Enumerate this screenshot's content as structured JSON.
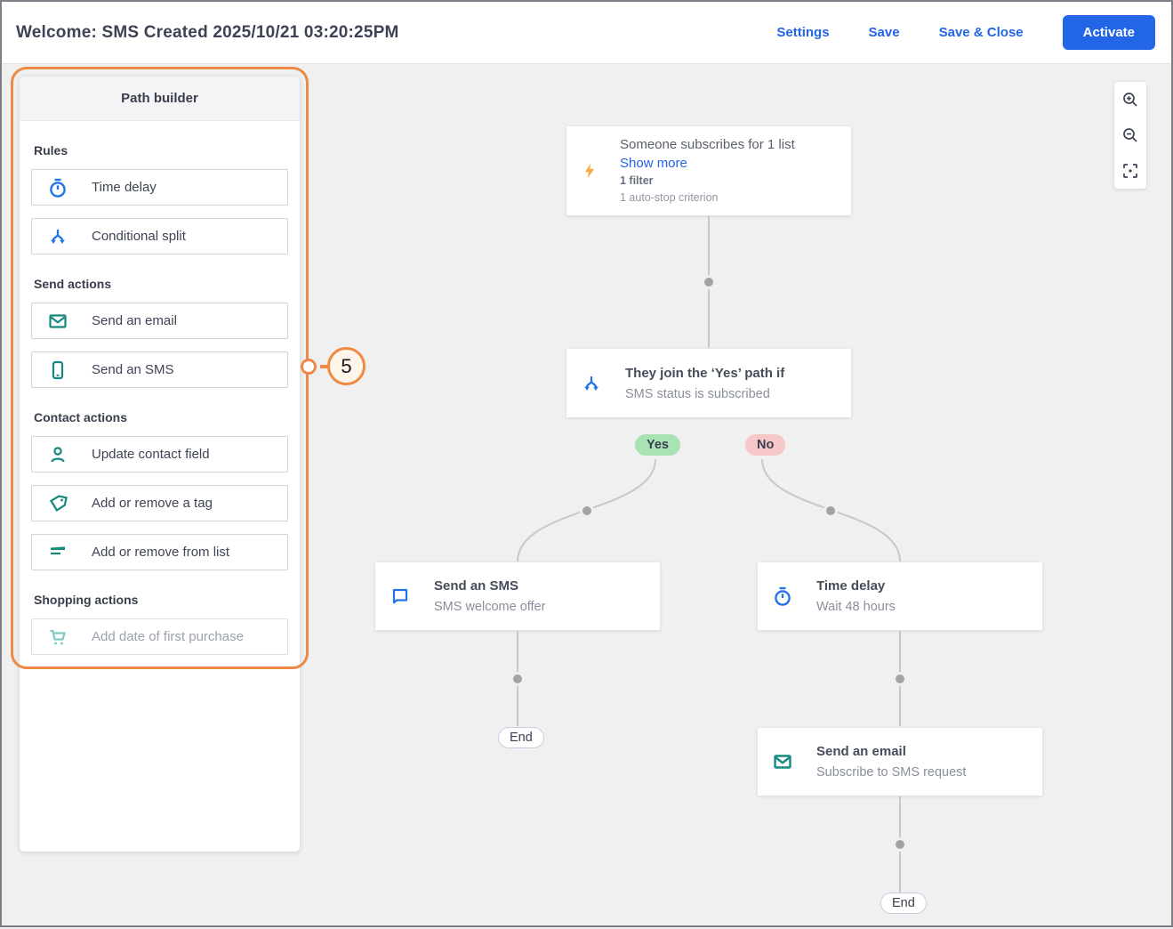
{
  "header": {
    "title": "Welcome: SMS Created 2025/10/21 03:20:25PM",
    "settings_label": "Settings",
    "save_label": "Save",
    "save_close_label": "Save & Close",
    "activate_label": "Activate"
  },
  "path_builder": {
    "title": "Path builder",
    "sections": [
      {
        "label": "Rules",
        "items": [
          {
            "label": "Time delay",
            "icon": "stopwatch-icon"
          },
          {
            "label": "Conditional split",
            "icon": "conditional-split-icon"
          }
        ]
      },
      {
        "label": "Send actions",
        "items": [
          {
            "label": "Send an email",
            "icon": "envelope-icon"
          },
          {
            "label": "Send an SMS",
            "icon": "smartphone-icon"
          }
        ]
      },
      {
        "label": "Contact actions",
        "items": [
          {
            "label": "Update contact field",
            "icon": "person-icon"
          },
          {
            "label": "Add or remove a tag",
            "icon": "tag-icon"
          },
          {
            "label": "Add or remove from list",
            "icon": "list-icon"
          }
        ]
      },
      {
        "label": "Shopping actions",
        "items": [
          {
            "label": "Add date of first purchase",
            "icon": "cart-icon",
            "disabled": true
          }
        ]
      }
    ]
  },
  "callout": {
    "number": "5"
  },
  "workflow": {
    "trigger": {
      "icon": "lightning-icon",
      "title": "Someone subscribes for 1 list",
      "show_more_label": "Show more",
      "filter_summary": "1 filter",
      "autostop_summary": "1 auto-stop criterion"
    },
    "condition": {
      "icon": "conditional-split-icon",
      "title": "They join the ‘Yes’ path if",
      "subtitle": "SMS status is subscribed"
    },
    "yes_label": "Yes",
    "no_label": "No",
    "sms_action": {
      "icon": "chat-bubble-icon",
      "title": "Send an SMS",
      "subtitle": "SMS welcome offer"
    },
    "delay_action": {
      "icon": "stopwatch-icon",
      "title": "Time delay",
      "subtitle": "Wait 48 hours"
    },
    "email_action": {
      "icon": "envelope-icon",
      "title": "Send an email",
      "subtitle": "Subscribe to SMS request"
    },
    "end_label": "End"
  },
  "zoom_controls": {
    "icons": [
      "zoom-in-icon",
      "zoom-out-icon",
      "fit-screen-icon"
    ]
  },
  "colors": {
    "accent_blue": "#2265e7",
    "teal": "#15897f",
    "teal_muted": "#7cccc4",
    "highlight_orange": "#ee8a44",
    "lightning_orange": "#f6a83b",
    "yes_green": "#a9e3b4",
    "no_red": "#f8c7c7",
    "canvas_bg": "#f0f0f1",
    "connector_gray": "#c8c8cc",
    "title_text": "#3d4254",
    "subtitle_text": "#8a8f9c"
  }
}
